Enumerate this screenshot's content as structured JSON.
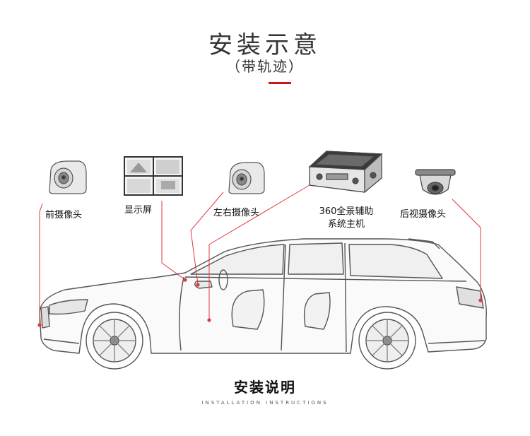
{
  "header": {
    "title": "安装示意",
    "subtitle": "（带轨迹）"
  },
  "components": {
    "front_camera": "前摄像头",
    "display": "显示屏",
    "side_cameras": "左右摄像头",
    "host_line1": "360全景辅助",
    "host_line2": "系统主机",
    "rear_camera": "后视摄像头"
  },
  "footer": {
    "title": "安装说明",
    "subtitle": "INSTALLATION INSTRUCTIONS"
  },
  "colors": {
    "accent": "#c8161d",
    "leader_line": "#e0393e"
  }
}
